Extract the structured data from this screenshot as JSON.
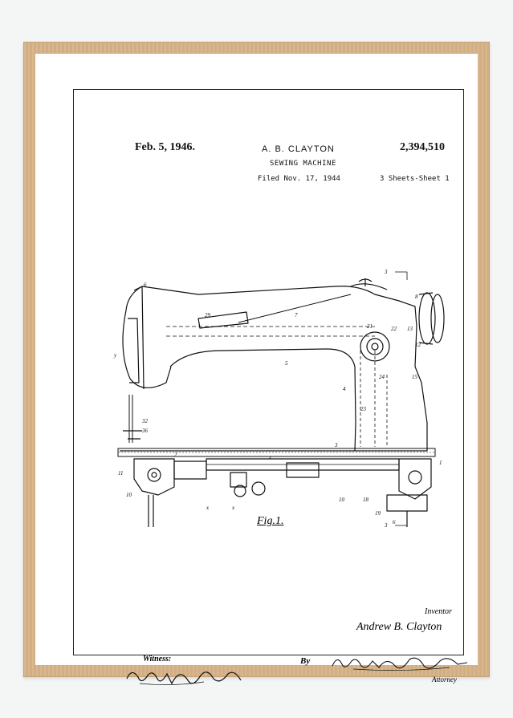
{
  "header": {
    "date": "Feb. 5, 1946.",
    "inventor_name": "A. B. CLAYTON",
    "patent_number": "2,394,510",
    "title": "SEWING MACHINE",
    "filed": "Filed Nov. 17, 1944",
    "sheets": "3 Sheets-Sheet 1"
  },
  "figure": {
    "label": "Fig.1.",
    "drawing": "patent-sewing-machine-drawing"
  },
  "footer": {
    "inventor_caption": "Inventor",
    "inventor_signature": "Andrew B. Clayton",
    "witness_label": "Witness:",
    "by_label": "By",
    "attorney_caption": "Attorney"
  },
  "colors": {
    "frame": "#d8b488",
    "mat": "#ffffff",
    "ink": "#111111",
    "wall": "#f4f6f6"
  }
}
